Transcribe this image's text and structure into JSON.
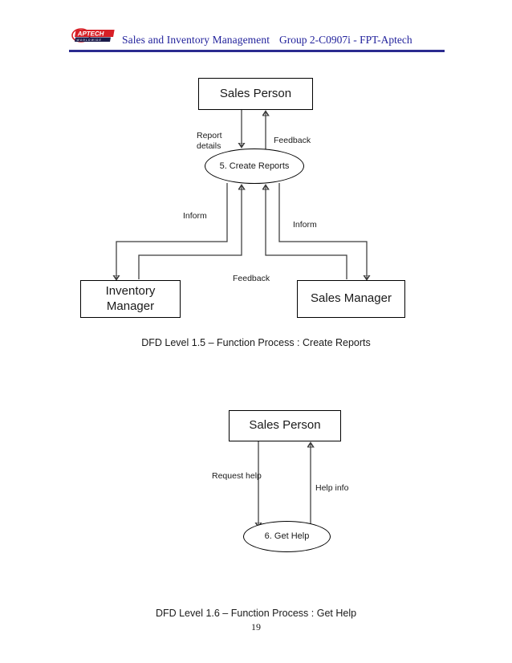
{
  "header": {
    "logo_main": "APTECH",
    "logo_sub": "W O R L D W I D E",
    "title": "Sales and Inventory Management",
    "right": "Group 2-C0907i  -  FPT-Aptech",
    "accent_color": "#2b2b8f",
    "logo_color": "#d81f26"
  },
  "diagram1": {
    "entities": [
      {
        "name": "sales-person",
        "label": "Sales Person"
      },
      {
        "name": "inventory-manager",
        "label": "Inventory\nManager"
      },
      {
        "name": "sales-manager",
        "label": "Sales Manager"
      }
    ],
    "process": {
      "name": "create-reports",
      "label": "5. Create\nReports"
    },
    "flows": [
      {
        "name": "report-details",
        "label": "Report\ndetails"
      },
      {
        "name": "feedback-top",
        "label": "Feedback"
      },
      {
        "name": "inform-left",
        "label": "Inform"
      },
      {
        "name": "inform-right",
        "label": "Inform"
      },
      {
        "name": "feedback-bottom",
        "label": "Feedback"
      }
    ],
    "caption": "DFD Level 1.5 – Function Process : Create Reports"
  },
  "diagram2": {
    "entities": [
      {
        "name": "sales-person",
        "label": "Sales Person"
      }
    ],
    "process": {
      "name": "get-help",
      "label": "6. Get Help"
    },
    "flows": [
      {
        "name": "request-help",
        "label": "Request help"
      },
      {
        "name": "help-info",
        "label": "Help info"
      }
    ],
    "caption": "DFD Level 1.6 – Function Process : Get Help"
  },
  "footer": {
    "page_number": "19"
  }
}
